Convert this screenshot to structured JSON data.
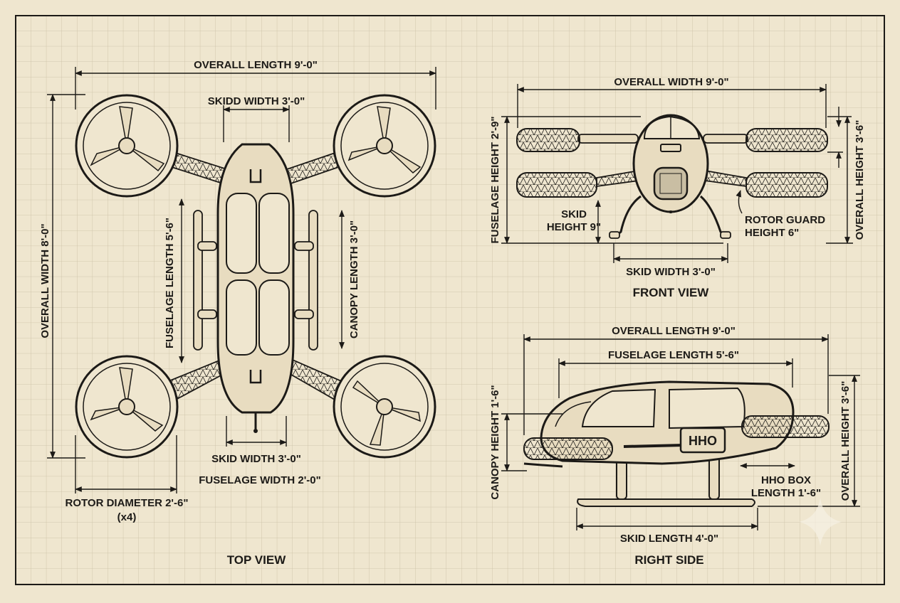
{
  "views": {
    "top": {
      "title": "TOP VIEW",
      "overall_length": "OVERALL LENGTH 9'-0\"",
      "overall_width": "OVERALL WIDTH 8'-0\"",
      "skidd_width": "SKIDD WIDTH 3'-0\"",
      "fuselage_length": "FUSELAGE LENGTH 5'-6\"",
      "canopy_length": "CANOPY LENGTH 3'-0\"",
      "skid_width": "SKID WIDTH 3'-0\"",
      "fuselage_width": "FUSELAGE WIDTH 2'-0\"",
      "rotor_diameter": "ROTOR DIAMETER 2'-6\"",
      "rotor_count": "(x4)"
    },
    "front": {
      "title": "FRONT VIEW",
      "overall_width": "OVERALL WIDTH 9'-0\"",
      "fuselage_height": "FUSELAGE HEIGHT 2'-9\"",
      "overall_height": "OVERALL HEIGHT 3'-6\"",
      "skid_height_1": "SKID",
      "skid_height_2": "HEIGHT 9\"",
      "rotor_guard_1": "ROTOR GUARD",
      "rotor_guard_2": "HEIGHT 6\"",
      "skid_width": "SKID WIDTH 3'-0\""
    },
    "side": {
      "title": "RIGHT SIDE",
      "overall_length": "OVERALL LENGTH 9'-0\"",
      "fuselage_length": "FUSELAGE LENGTH 5'-6\"",
      "canopy_height": "CANOPY HEIGHT 1'-6\"",
      "overall_height": "OVERALL HEIGHT 3'-6\"",
      "hho_label": "HHO",
      "hho_box_1": "HHO BOX",
      "hho_box_2": "LENGTH 1'-6\"",
      "skid_length": "SKID LENGTH 4'-0\""
    }
  },
  "colors": {
    "paper": "#efe6cf",
    "grid": "#c9bea3",
    "ink": "#1c1a17"
  }
}
